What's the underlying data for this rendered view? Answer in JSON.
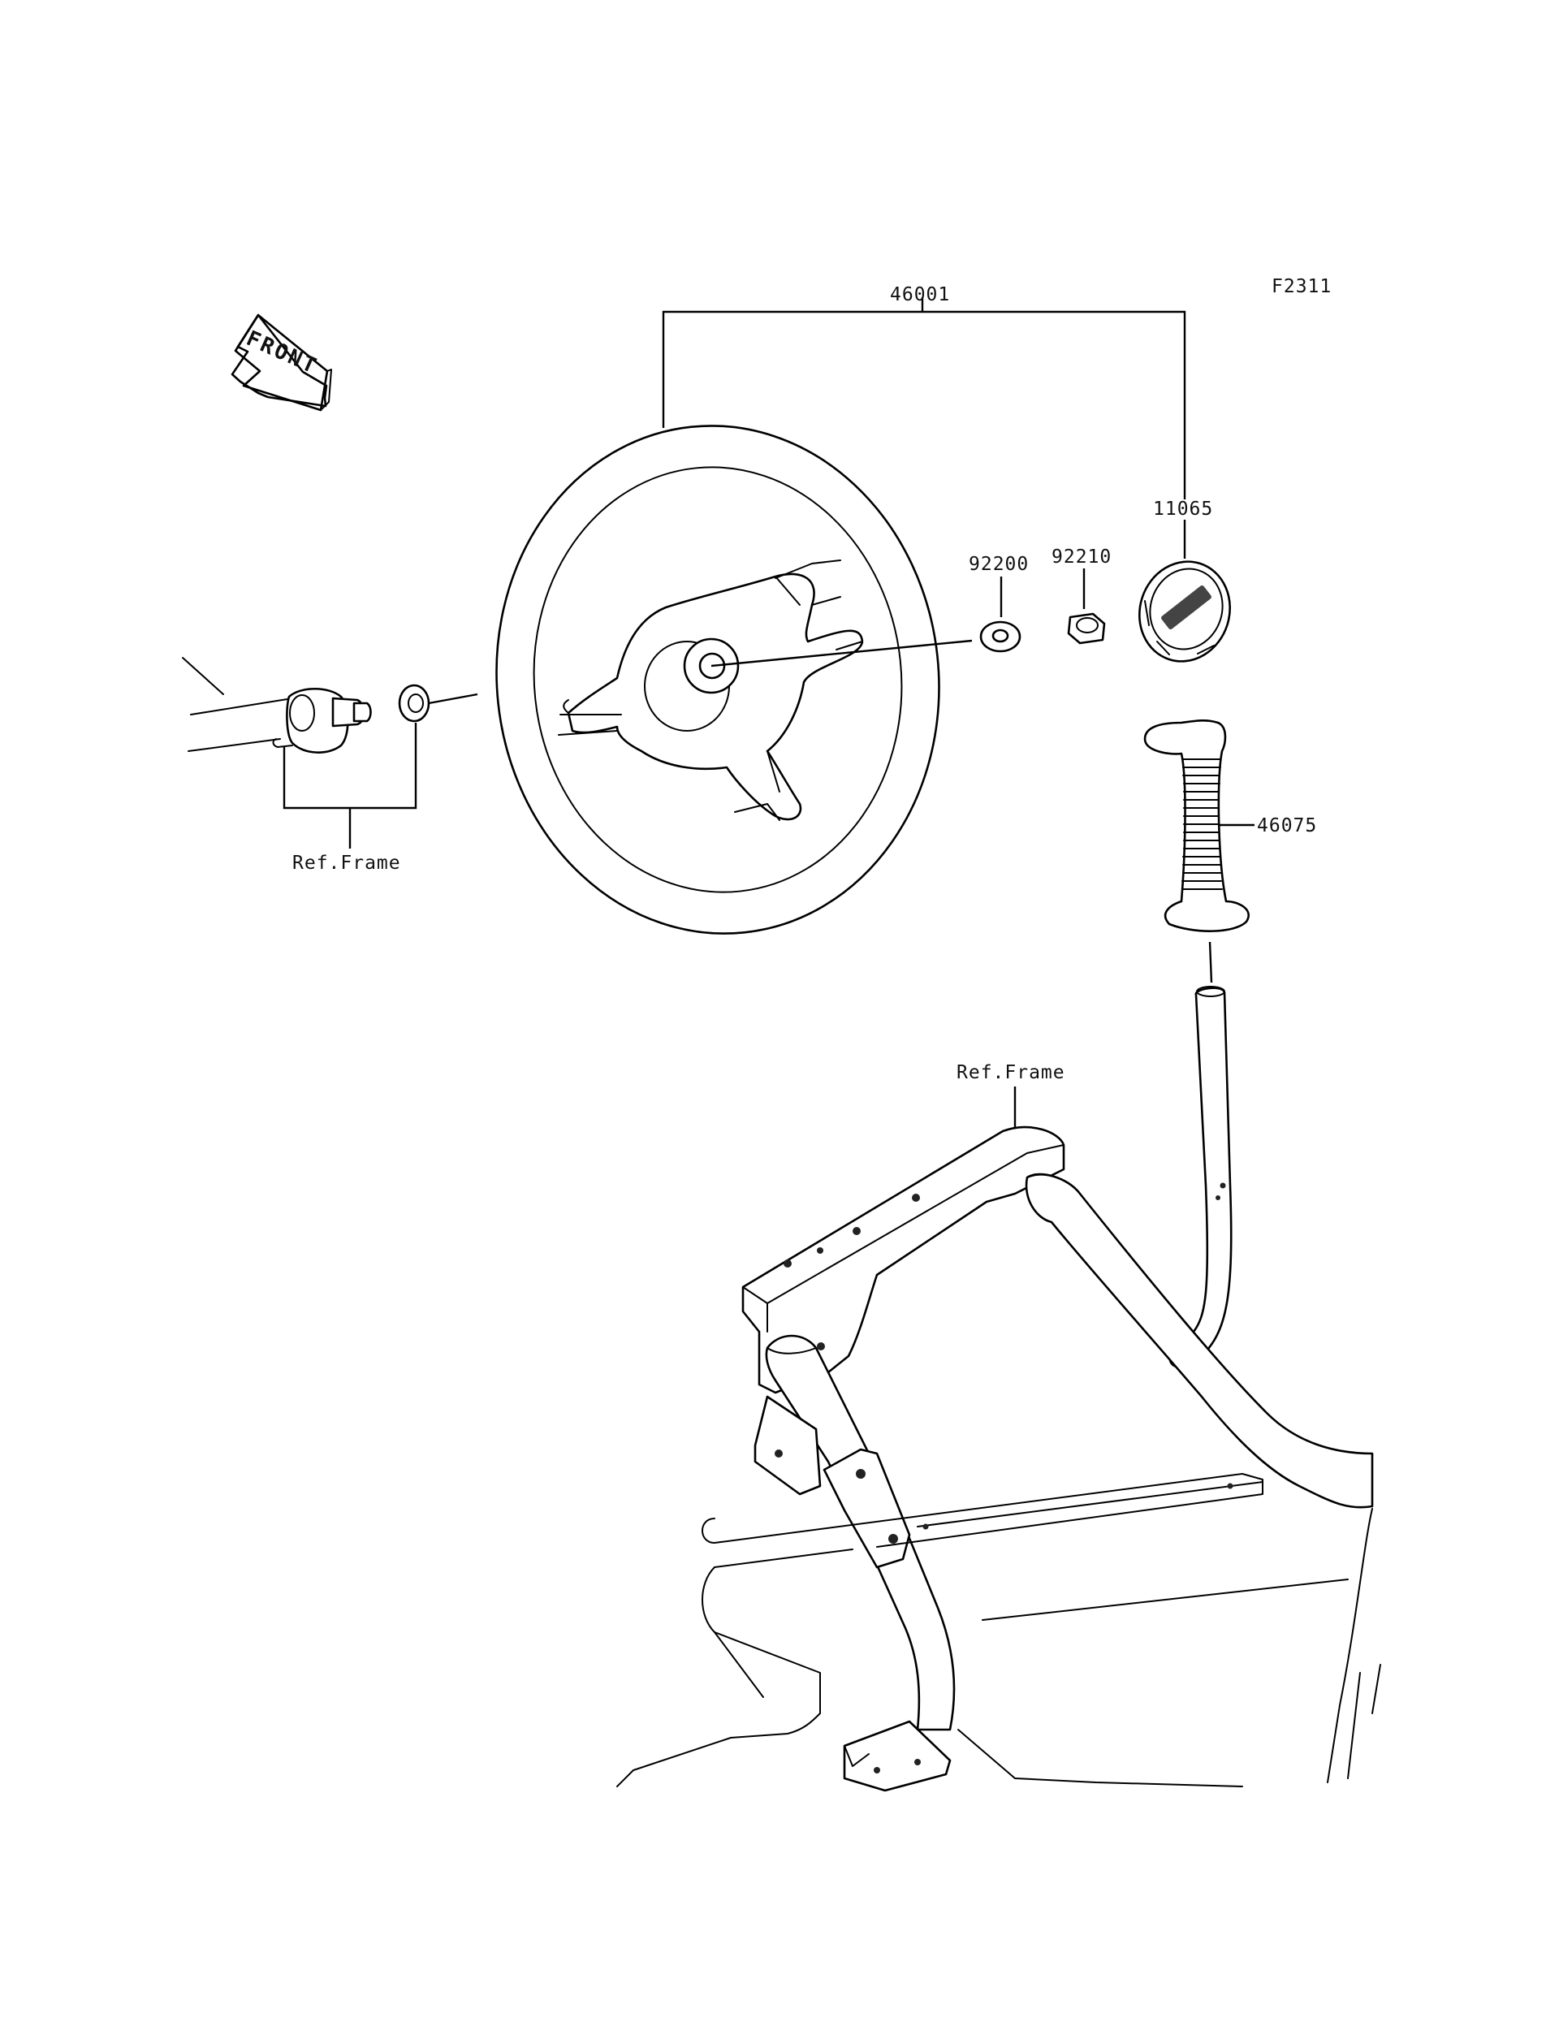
{
  "figure_code": "F2311",
  "front_arrow_label": "FRONT",
  "callouts": {
    "steering_wheel_assy": "46001",
    "emblem": "11065",
    "washer": "92200",
    "nut": "92210",
    "grip": "46075",
    "ref_frame_left": "Ref.Frame",
    "ref_frame_center": "Ref.Frame"
  },
  "colors": {
    "line": "#000000",
    "background": "#ffffff"
  },
  "icons": [
    "front-arrow-icon",
    "kawasaki-emblem-icon"
  ]
}
